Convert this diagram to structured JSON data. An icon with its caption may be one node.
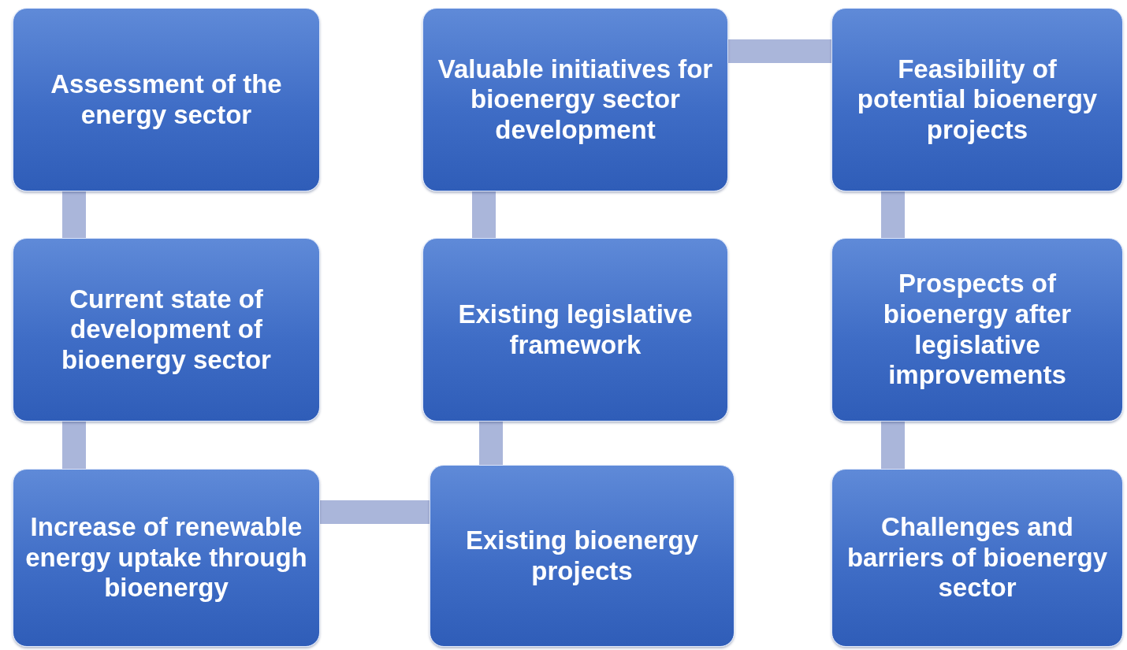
{
  "diagram": {
    "nodes": [
      {
        "text": [
          "Assessment of the energy sector"
        ]
      },
      {
        "text": [
          "Current state of development of bioenergy sector"
        ]
      },
      {
        "text": [
          "Increase of renewable energy uptake through bioenergy"
        ]
      },
      {
        "text": [
          "Existing bioenergy projects"
        ]
      },
      {
        "text": [
          "Existing legislative framework"
        ]
      },
      {
        "text": [
          "Valuable initiatives for bioenergy sector development"
        ]
      },
      {
        "text": [
          "Feasibility of potential bioenergy projects"
        ]
      },
      {
        "text": [
          "Prospects of bioenergy after legislative improvements"
        ]
      },
      {
        "text": [
          "Challenges and barriers of bioenergy sector"
        ]
      }
    ],
    "edges": [
      {
        "from": 0,
        "to": 1,
        "arrow": "none"
      },
      {
        "from": 1,
        "to": 2,
        "arrow": "none"
      },
      {
        "from": 2,
        "to": 3,
        "arrow": "none"
      },
      {
        "from": 3,
        "to": 4,
        "arrow": "none"
      },
      {
        "from": 4,
        "to": 5,
        "arrow": "none"
      },
      {
        "from": 5,
        "to": 6,
        "arrow": "none"
      },
      {
        "from": 6,
        "to": 7,
        "arrow": "none"
      },
      {
        "from": 7,
        "to": 8,
        "arrow": "none"
      }
    ]
  }
}
